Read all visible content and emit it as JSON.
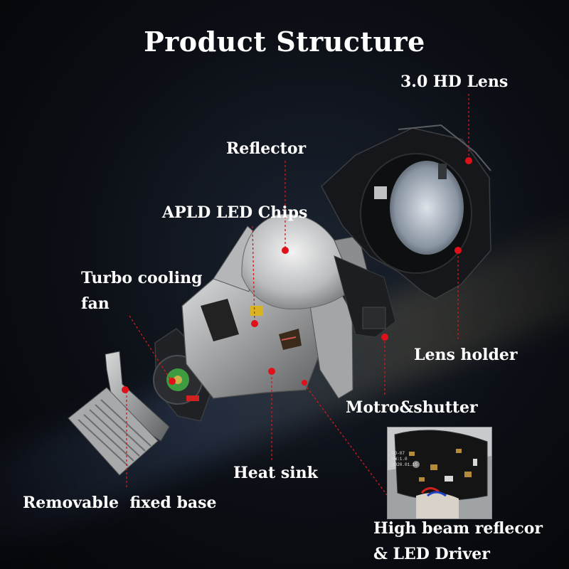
{
  "title": "Product Structure",
  "labels": {
    "lens": "3.0 HD Lens",
    "reflector": "Reflector",
    "apld": "APLD LED Chips",
    "fan_line1": "Turbo cooling",
    "fan_line2": "fan",
    "lens_holder": "Lens holder",
    "motor_shutter": "Motro&shutter",
    "heat_sink": "Heat sink",
    "base": "Removable  fixed base",
    "driver_line1": "High beam reflecor",
    "driver_line2": "& LED Driver"
  },
  "inset_board_text": [
    "PD-07",
    "HW:1.0",
    "2020.01.15"
  ],
  "colors": {
    "marker": "#e0101a",
    "leader": "#d11a1a",
    "text": "#ffffff"
  }
}
